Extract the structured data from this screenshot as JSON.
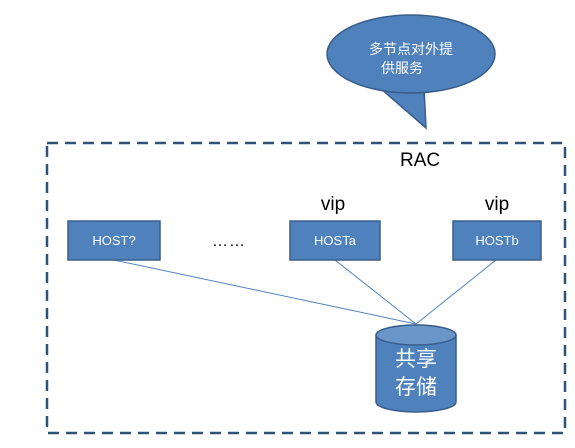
{
  "callout": {
    "line1": "多节点对外提",
    "line2": "供服务"
  },
  "cluster": {
    "label": "RAC"
  },
  "hosts": [
    {
      "label": "HOST?",
      "vip": ""
    },
    {
      "label": "HOSTa",
      "vip": "vip"
    },
    {
      "label": "HOSTb",
      "vip": "vip"
    }
  ],
  "ellipsis": "……",
  "storage": {
    "line1": "共享",
    "line2": "存储"
  },
  "colors": {
    "box_fill": "#4f81bd",
    "box_stroke": "#385d8a",
    "line": "#4f81bd",
    "border": "#2f5277"
  }
}
